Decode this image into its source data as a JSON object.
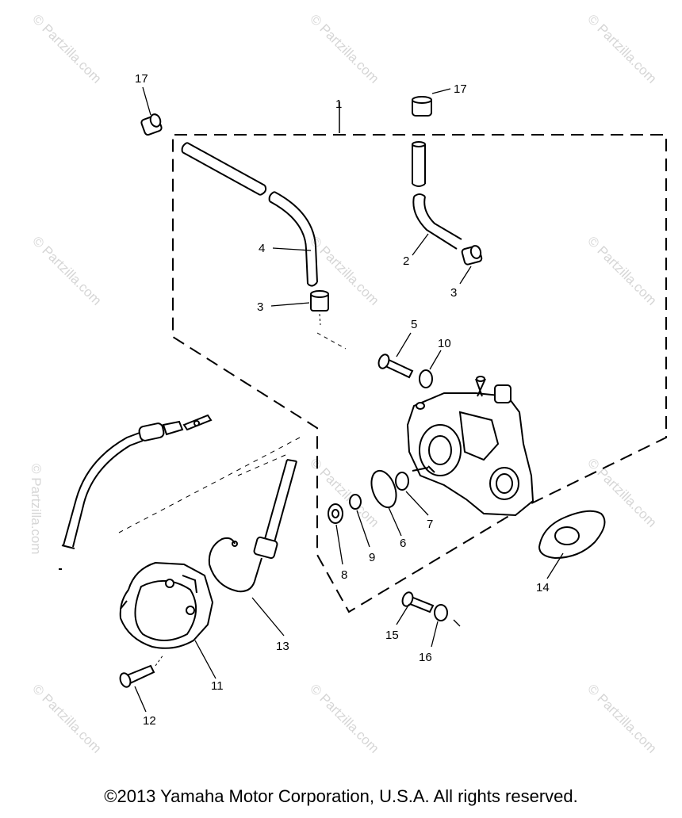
{
  "callouts": {
    "c1": "1",
    "c2": "2",
    "c3a": "3",
    "c3b": "3",
    "c4": "4",
    "c5": "5",
    "c6": "6",
    "c7": "7",
    "c8": "8",
    "c9": "9",
    "c10": "10",
    "c11": "11",
    "c12": "12",
    "c13": "13",
    "c14": "14",
    "c15": "15",
    "c16": "16",
    "c17a": "17",
    "c17b": "17"
  },
  "watermark": "© Partzilla.com",
  "copyright": "©2013 Yamaha Motor Corporation, U.S.A. All rights reserved."
}
